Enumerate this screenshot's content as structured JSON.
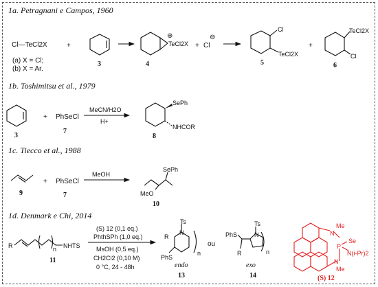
{
  "sections": [
    {
      "title": "1a. Petragnani e Campos, 1960",
      "reagent": "Cl—TeCl2X",
      "options": [
        "(a) X = Cl;",
        "(b) X = Ar."
      ],
      "compounds": [
        "3",
        "4",
        "5",
        "6"
      ],
      "intermediate_label": "TeCl2X",
      "ion_plus": "⊕",
      "chloride": "Cl",
      "ion_minus": "⊖",
      "product5_labels": [
        "Cl",
        "TeCl2X"
      ],
      "product6_labels": [
        "TeCl2X",
        "Cl"
      ]
    },
    {
      "title": "1b. Toshimitsu et al., 1979",
      "compounds": [
        "3",
        "7",
        "8"
      ],
      "reagent": "PhSeCl",
      "conditions_top": "MeCN/H2O",
      "conditions_bottom": "H+",
      "product_labels": [
        "SePh",
        "NHCOR"
      ]
    },
    {
      "title": "1c. Tiecco et al., 1988",
      "compounds": [
        "9",
        "7",
        "10"
      ],
      "reagent": "PhSeCl",
      "conditions_top": "MeOH",
      "product_labels": [
        "SePh",
        "MeO"
      ]
    },
    {
      "title": "1d. Denmark e Chi, 2014",
      "substrate_labels": [
        "R",
        "n",
        "NHTS"
      ],
      "compounds": [
        "11",
        "13",
        "14",
        "(S) 12"
      ],
      "conditions": [
        "(S) 12 (0,1 eq.)",
        "PhthSPh (1,0 eq.)",
        "MsOH (0,5 eq.)",
        "CH2Cl2 (0,10 M)",
        "0 °C, 24 - 48h"
      ],
      "endo_labels": [
        "Ts",
        "N",
        "R",
        "PhS",
        "n"
      ],
      "endo": "endo",
      "ou": "ou",
      "exo_labels": [
        "PhS",
        "Ts",
        "N",
        "R",
        "n"
      ],
      "exo": "exo",
      "catalyst_labels": [
        "Me",
        "N",
        "P",
        "Se",
        "N(i-Pr)2",
        "N",
        "Me"
      ]
    }
  ],
  "colors": {
    "catalyst": "#e31e1e",
    "text": "#111111",
    "frame": "#555555"
  }
}
